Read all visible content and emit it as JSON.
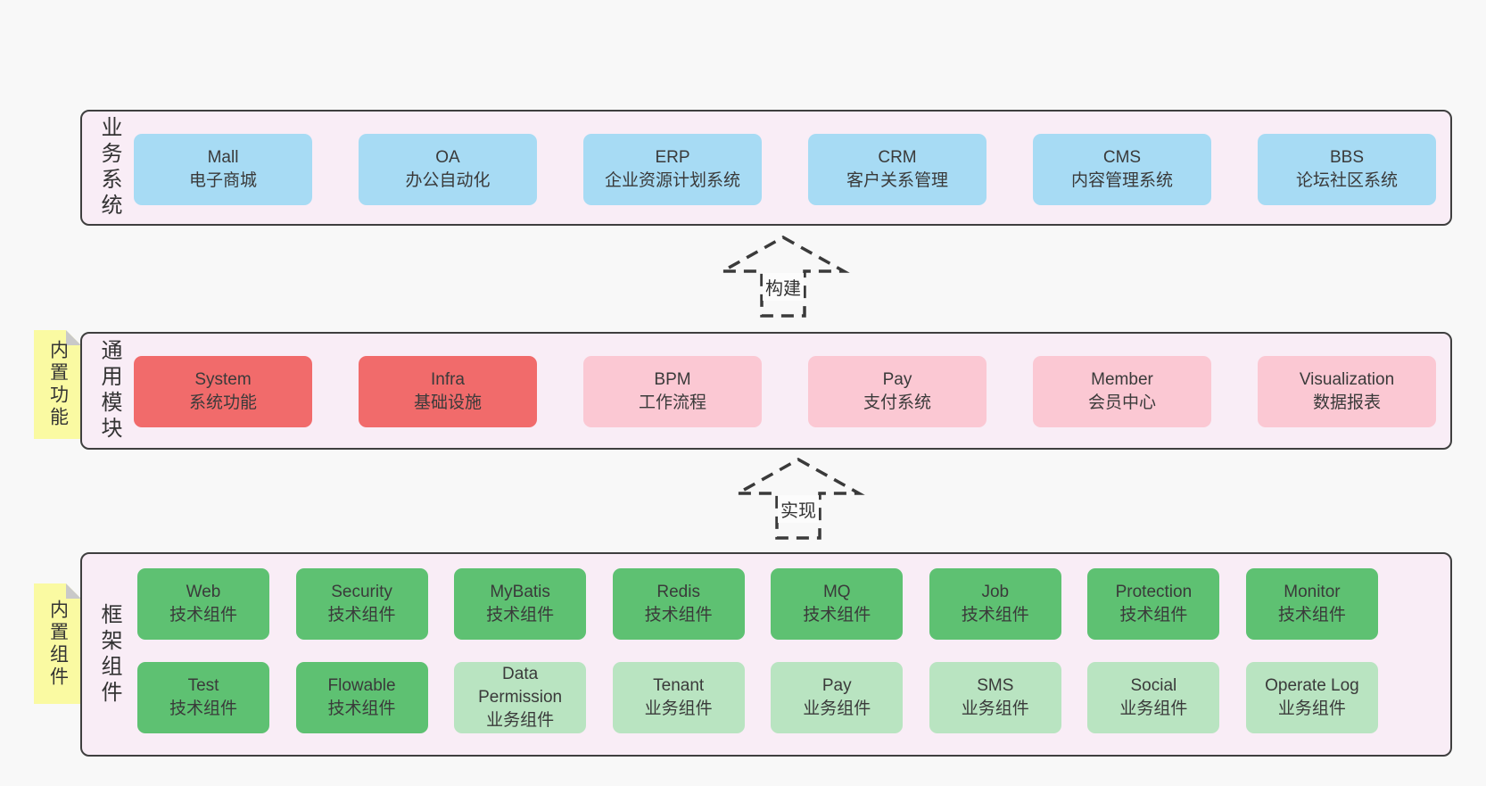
{
  "colors": {
    "page_bg": "#f8f8f8",
    "band_fill": "#f9edf6",
    "band_border": "#3f3f3f",
    "system_blue": "#a7dbf4",
    "core_red": "#f16b6b",
    "optional_pink": "#fbc8d3",
    "tech_green": "#5ec172",
    "biz_lightgreen": "#b9e4c1",
    "note_yellow": "#fafaa2",
    "note_fold_gray": "#c9c9c9",
    "text": "#3a3a3a"
  },
  "arrows": [
    {
      "label": "构建"
    },
    {
      "label": "实现"
    }
  ],
  "bands": [
    {
      "label": "业务系统",
      "boxes": [
        {
          "title": "Mall",
          "subtitle": "电子商城",
          "color": "blue"
        },
        {
          "title": "OA",
          "subtitle": "办公自动化",
          "color": "blue"
        },
        {
          "title": "ERP",
          "subtitle": "企业资源计划系统",
          "color": "blue"
        },
        {
          "title": "CRM",
          "subtitle": "客户关系管理",
          "color": "blue"
        },
        {
          "title": "CMS",
          "subtitle": "内容管理系统",
          "color": "blue"
        },
        {
          "title": "BBS",
          "subtitle": "论坛社区系统",
          "color": "blue"
        }
      ]
    },
    {
      "label": "通用模块",
      "note": "内置功能",
      "boxes": [
        {
          "title": "System",
          "subtitle": "系统功能",
          "color": "red"
        },
        {
          "title": "Infra",
          "subtitle": "基础设施",
          "color": "red"
        },
        {
          "title": "BPM",
          "subtitle": "工作流程",
          "color": "pink"
        },
        {
          "title": "Pay",
          "subtitle": "支付系统",
          "color": "pink"
        },
        {
          "title": "Member",
          "subtitle": "会员中心",
          "color": "pink"
        },
        {
          "title": "Visualization",
          "subtitle": "数据报表",
          "color": "pink"
        }
      ]
    },
    {
      "label": "框架组件",
      "note": "内置组件",
      "rows": [
        [
          {
            "title": "Web",
            "subtitle": "技术组件",
            "color": "green"
          },
          {
            "title": "Security",
            "subtitle": "技术组件",
            "color": "green"
          },
          {
            "title": "MyBatis",
            "subtitle": "技术组件",
            "color": "green"
          },
          {
            "title": "Redis",
            "subtitle": "技术组件",
            "color": "green"
          },
          {
            "title": "MQ",
            "subtitle": "技术组件",
            "color": "green"
          },
          {
            "title": "Job",
            "subtitle": "技术组件",
            "color": "green"
          },
          {
            "title": "Protection",
            "subtitle": "技术组件",
            "color": "green"
          },
          {
            "title": "Monitor",
            "subtitle": "技术组件",
            "color": "green"
          }
        ],
        [
          {
            "title": "Test",
            "subtitle": "技术组件",
            "color": "green"
          },
          {
            "title": "Flowable",
            "subtitle": "技术组件",
            "color": "green"
          },
          {
            "title": "Data Permission",
            "subtitle": "业务组件",
            "color": "lightgreen"
          },
          {
            "title": "Tenant",
            "subtitle": "业务组件",
            "color": "lightgreen"
          },
          {
            "title": "Pay",
            "subtitle": "业务组件",
            "color": "lightgreen"
          },
          {
            "title": "SMS",
            "subtitle": "业务组件",
            "color": "lightgreen"
          },
          {
            "title": "Social",
            "subtitle": "业务组件",
            "color": "lightgreen"
          },
          {
            "title": "Operate Log",
            "subtitle": "业务组件",
            "color": "lightgreen"
          }
        ]
      ]
    }
  ]
}
